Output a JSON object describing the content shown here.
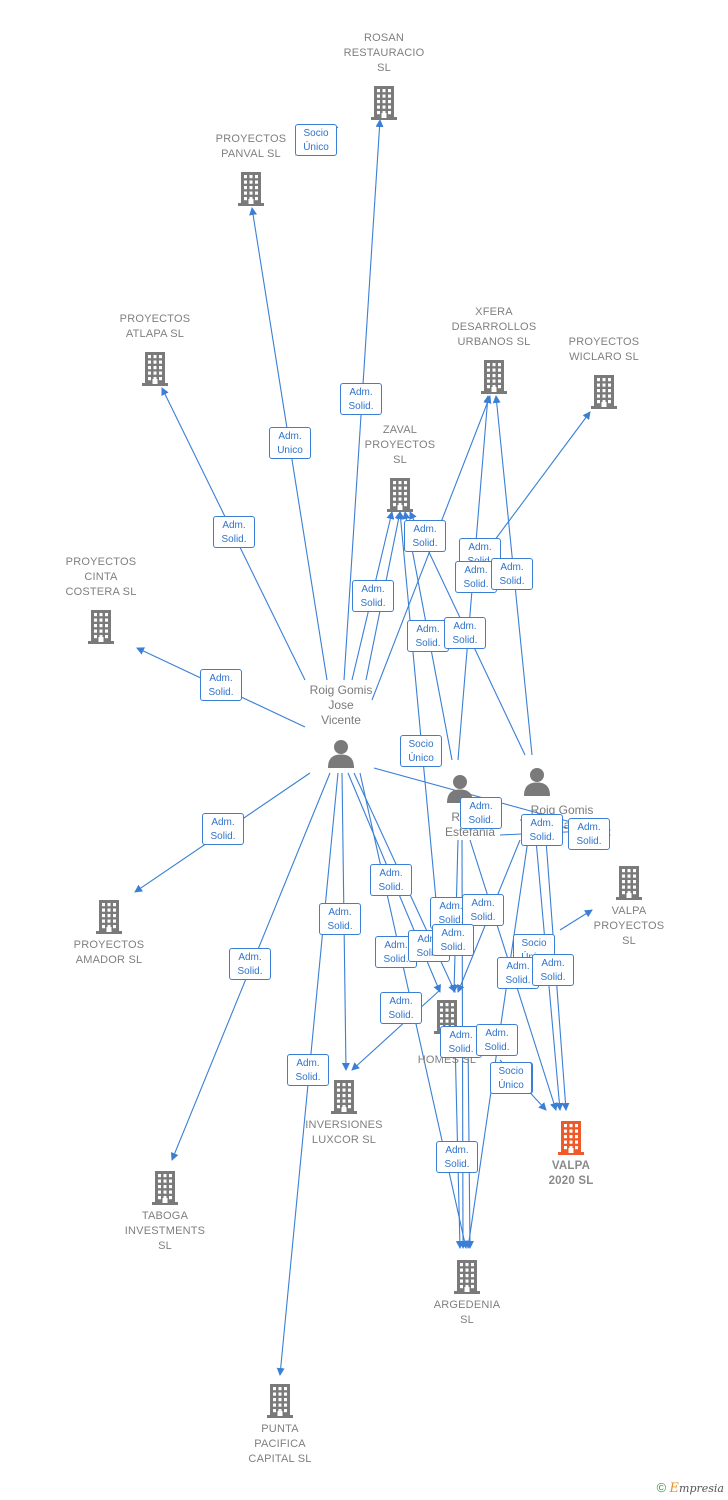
{
  "colors": {
    "edge": "#3a7fd5",
    "building": "#7a7a7a",
    "building_main": "#f05a28",
    "person": "#7a7a7a"
  },
  "companies": [
    {
      "id": "rosan",
      "label": "ROSAN\nRESTAURACIO\nSL",
      "main": false
    },
    {
      "id": "panval",
      "label": "PROYECTOS\nPANVAL  SL",
      "main": false
    },
    {
      "id": "atlapa",
      "label": "PROYECTOS\nATLAPA  SL",
      "main": false
    },
    {
      "id": "xfera",
      "label": "XFERA\nDESARROLLOS\nURBANOS SL",
      "main": false
    },
    {
      "id": "wiclaro",
      "label": "PROYECTOS\nWICLARO  SL",
      "main": false
    },
    {
      "id": "zaval",
      "label": "ZAVAL\nPROYECTOS\nSL",
      "main": false
    },
    {
      "id": "cinta",
      "label": "PROYECTOS\nCINTA\nCOSTERA  SL",
      "main": false
    },
    {
      "id": "amador",
      "label": "PROYECTOS\nAMADOR  SL",
      "main": false
    },
    {
      "id": "valpaproy",
      "label": "VALPA\nPROYECTOS\nSL",
      "main": false
    },
    {
      "id": "valhomes",
      "label": "VA\nHOMES  SL",
      "main": false
    },
    {
      "id": "luxcor",
      "label": "INVERSIONES\nLUXCOR  SL",
      "main": false
    },
    {
      "id": "valpa2020",
      "label": "VALPA\n2020  SL",
      "main": true
    },
    {
      "id": "taboga",
      "label": "TABOGA\nINVESTMENTS\nSL",
      "main": false
    },
    {
      "id": "argedenia",
      "label": "ARGEDENIA\nSL",
      "main": false
    },
    {
      "id": "punta",
      "label": "PUNTA\nPACIFICA\nCAPITAL  SL",
      "main": false
    }
  ],
  "persons": [
    {
      "id": "jose",
      "label": "Roig Gomis\nJose\nVicente"
    },
    {
      "id": "estefania",
      "label": "Roig G\nEstefania"
    },
    {
      "id": "third",
      "label": "Roig Gomis\nMa"
    }
  ],
  "badges": [
    {
      "text": "Socio\nÚnico"
    },
    {
      "text": "Adm.\nSolid."
    },
    {
      "text": "Adm.\nUnico"
    },
    {
      "text": "Adm.\nSolid."
    },
    {
      "text": "Adm.\nSolid."
    },
    {
      "text": "Adm.\nSolid."
    },
    {
      "text": "Adm.\nSolid."
    },
    {
      "text": "Adm.\nSolid."
    },
    {
      "text": "Adm.\nSolid."
    },
    {
      "text": "Adm.\nSolid."
    },
    {
      "text": "Adm.\nSolid."
    },
    {
      "text": "Adm.\nSolid."
    },
    {
      "text": "Socio\nÚnico"
    },
    {
      "text": "Adm.\nSolid."
    },
    {
      "text": "Adm.\nSolid."
    },
    {
      "text": "Adm.\nSolid."
    },
    {
      "text": "Adm.\nSolid."
    },
    {
      "text": "Adm.\nSolid."
    },
    {
      "text": "Adm.\nSolid."
    },
    {
      "text": "Adm.\nSolid."
    },
    {
      "text": "Adm.\nSolid."
    },
    {
      "text": "Adm.\nSolid."
    },
    {
      "text": "Adm.\nSolid."
    },
    {
      "text": "Adm.\nSolid."
    },
    {
      "text": "Adm.\nSolid."
    },
    {
      "text": "Socio\nÚnico"
    },
    {
      "text": "Adm.\nSolid."
    },
    {
      "text": "Adm.\nSolid."
    },
    {
      "text": "Adm.\nSolid."
    },
    {
      "text": "Adm.\nSolid."
    },
    {
      "text": "Adm.\nSolid."
    },
    {
      "text": "Adm.\nSolid."
    },
    {
      "text": "Socio\nÚnico"
    },
    {
      "text": "Adm.\nSolid."
    },
    {
      "text": "Socio\nÚnico"
    }
  ],
  "footer": {
    "copyright": "©",
    "brand_e": "E",
    "brand_rest": "mpresia"
  }
}
